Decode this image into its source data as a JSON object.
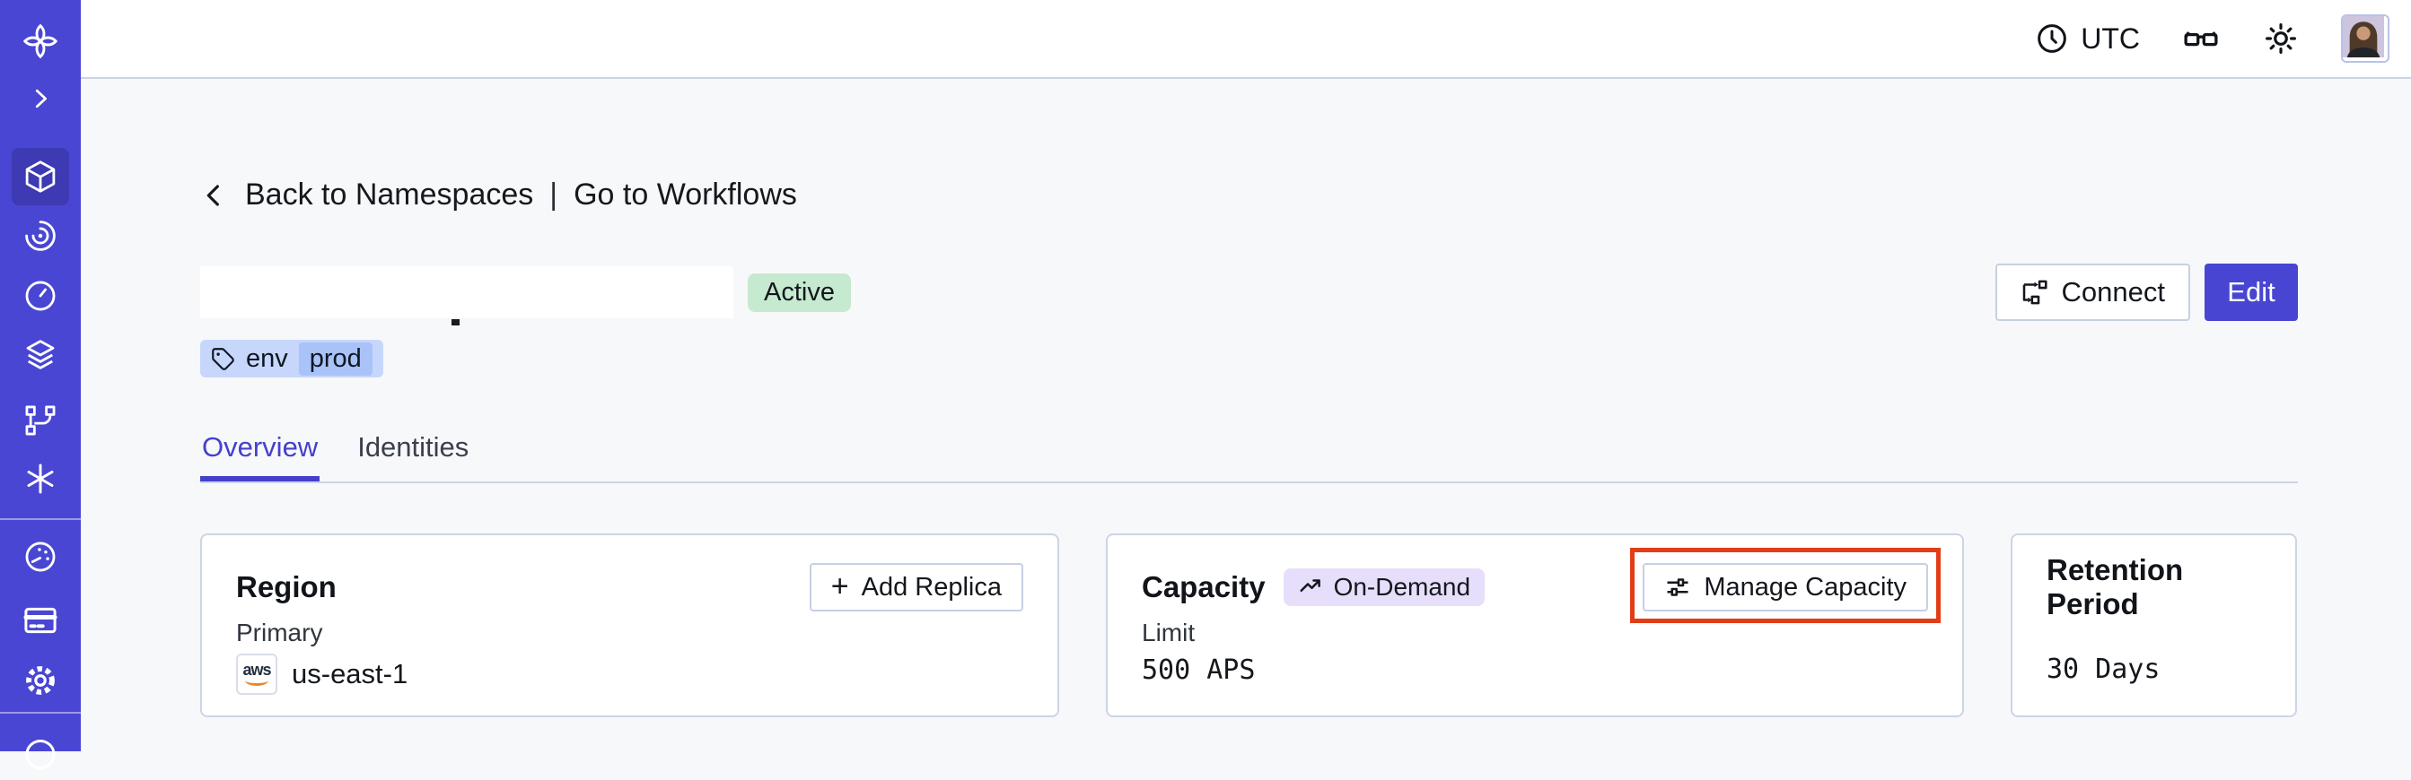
{
  "topbar": {
    "timezone_label": "UTC"
  },
  "breadcrumb": {
    "back_label": "Back to Namespaces",
    "separator": "|",
    "workflows_label": "Go to Workflows"
  },
  "namespace": {
    "status_badge": "Active",
    "tag": {
      "key": "env",
      "value": "prod"
    },
    "actions": {
      "connect_label": "Connect",
      "edit_label": "Edit"
    }
  },
  "tabs": {
    "overview": "Overview",
    "identities": "Identities"
  },
  "cards": {
    "region": {
      "title": "Region",
      "add_replica_plus": "+",
      "add_replica_label": "Add Replica",
      "label": "Primary",
      "provider_logo": "aws",
      "value": "us-east-1"
    },
    "capacity": {
      "title": "Capacity",
      "badge": "On-Demand",
      "manage_label": "Manage Capacity",
      "label": "Limit",
      "value": "500 APS"
    },
    "retention": {
      "title": "Retention Period",
      "value": "30 Days"
    }
  },
  "icons": {
    "topbar": [
      "clock-icon",
      "glasses-icon",
      "brightness-icon",
      "avatar"
    ],
    "sidebar": [
      "temporal-logo-icon",
      "chevron-right-icon",
      "namespaces-cube-icon",
      "workflows-spiral-icon",
      "schedules-timer-icon",
      "layers-icon",
      "branch-icon",
      "nexus-asterisk-icon",
      "usage-gauge-icon",
      "billing-card-icon",
      "settings-gear-icon",
      "partial-circle-icon"
    ],
    "inline": [
      "chevron-left-icon",
      "tag-icon",
      "connect-flow-icon",
      "plus-icon",
      "trend-up-icon",
      "sliders-icon",
      "aws-logo"
    ]
  },
  "colors": {
    "sidebar_bg": "#4946d3",
    "sidebar_active_bg": "#3d3ab3",
    "accent": "#4540cb",
    "edit_button_bg": "#4845d2",
    "status_active_bg": "#c6ead0",
    "tag_bg": "#c7d7fb",
    "tag_chip_bg": "#a9c3f8",
    "ondemand_bg": "#e6defb",
    "annotation_red": "#e23d17",
    "card_border": "#cbd5e5",
    "page_bg": "#f7f8fa"
  }
}
